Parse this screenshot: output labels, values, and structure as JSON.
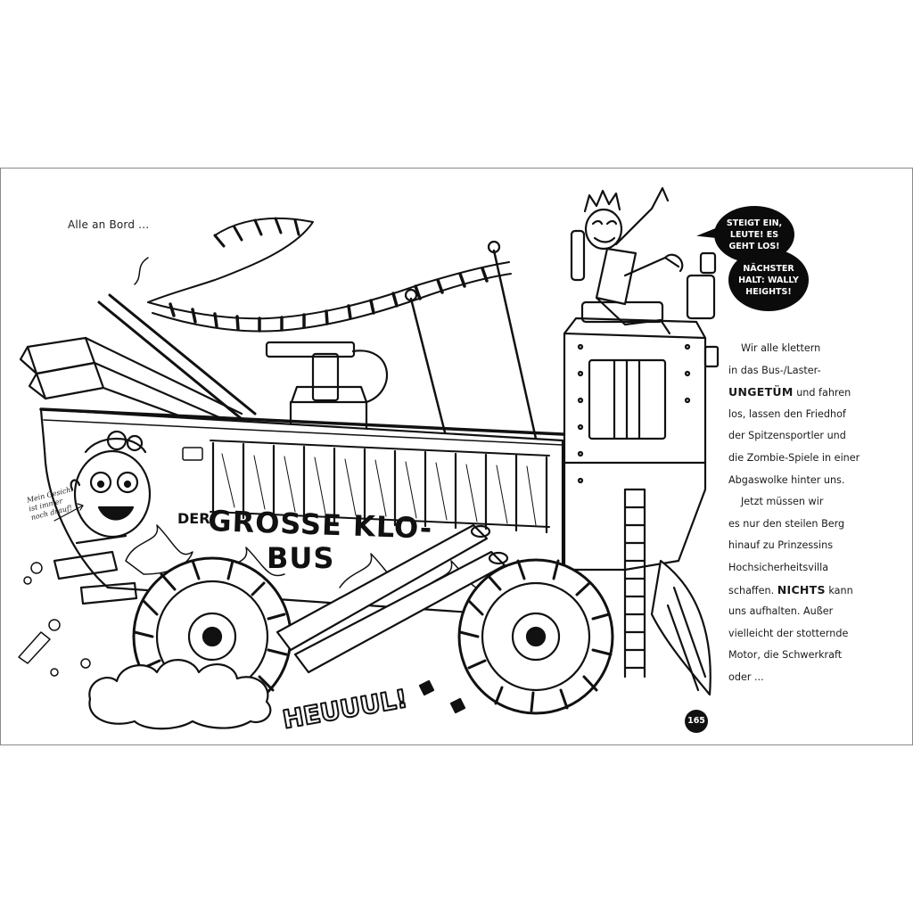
{
  "caption": "Alle an Bord ...",
  "bubbles": {
    "first": "STEIGT EIN, LEUTE! ES GEHT LOS!",
    "second": "NÄCHSTER HALT: WALLY HEIGHTS!"
  },
  "bus_text": {
    "line1_small": "DER",
    "line1_big": "GROSSE KLO-",
    "line2": "BUS"
  },
  "sound_effect": "HEUUUL!",
  "side_note": {
    "line1": "Mein Gesicht",
    "line2": "ist immer",
    "line3": "noch drauf!"
  },
  "story": {
    "l1": "Wir alle klettern",
    "l2": "in das Bus-/Laster-",
    "l3_bold": "UNGETÜM",
    "l3_rest": " und fahren",
    "l4": "los, lassen den Friedhof",
    "l5": "der Spitzensportler und",
    "l6": "die Zombie-Spiele in einer",
    "l7": "Abgaswolke hinter uns.",
    "l8": "Jetzt müssen wir",
    "l9": "es nur den steilen Berg",
    "l10": "hinauf zu Prinzessins",
    "l11": "Hochsicherheitsvilla",
    "l12_a": "schaffen. ",
    "l12_bold": "NICHTS",
    "l12_b": " kann",
    "l13": "uns aufhalten. Außer",
    "l14": "vielleicht der stotternde",
    "l15": "Motor, die Schwerkraft",
    "l16": "oder ..."
  },
  "page_number": "165"
}
